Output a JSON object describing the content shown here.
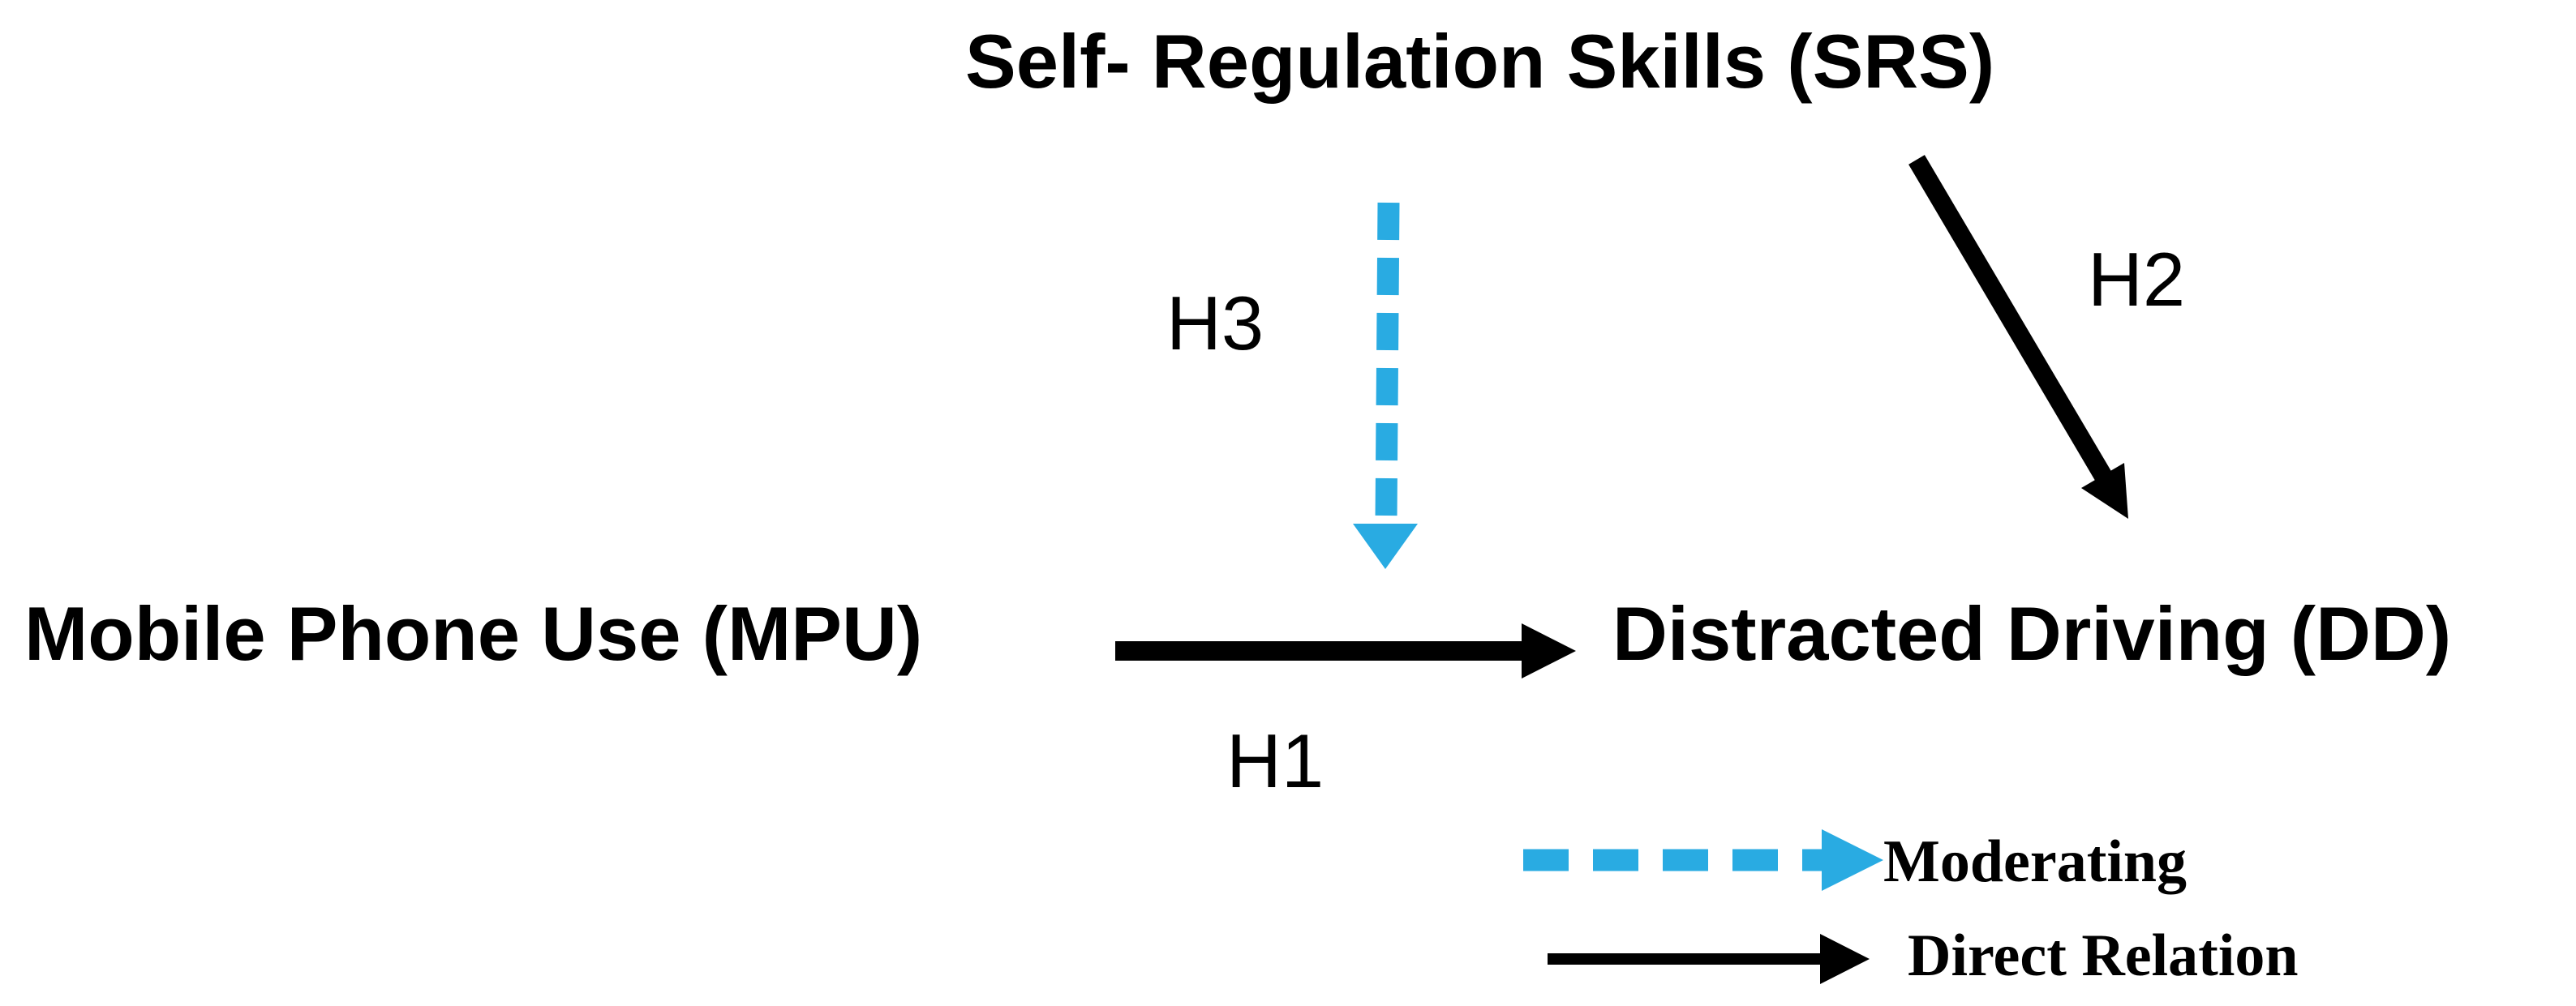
{
  "diagram": {
    "title_node": "Self- Regulation Skills (SRS)",
    "nodes": {
      "srs": {
        "label": "Self- Regulation Skills (SRS)"
      },
      "mpu": {
        "label": "Mobile Phone Use (MPU)"
      },
      "dd": {
        "label": "Distracted Driving (DD)"
      }
    },
    "hypotheses": {
      "h1": {
        "label": "H1",
        "from": "Mobile Phone Use (MPU)",
        "to": "Distracted Driving (DD)",
        "type": "direct"
      },
      "h2": {
        "label": "H2",
        "from": "Self- Regulation Skills (SRS)",
        "to": "Distracted Driving (DD)",
        "type": "direct"
      },
      "h3": {
        "label": "H3",
        "from": "Self- Regulation Skills (SRS)",
        "to": "MPU→DD path",
        "type": "moderating"
      }
    },
    "legend": {
      "moderating": {
        "label": "Moderating"
      },
      "direct": {
        "label": "Direct Relation"
      }
    },
    "colors": {
      "moderating_blue": "#29ABE2",
      "direct_black": "#000000",
      "background": "#ffffff"
    }
  }
}
